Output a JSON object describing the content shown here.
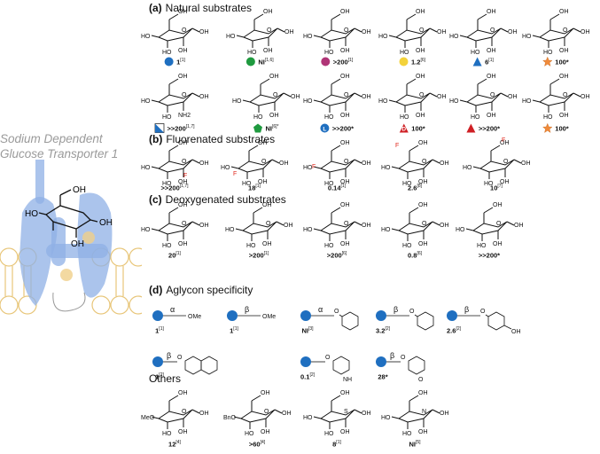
{
  "left_panel": {
    "title_line1": "Sodium Dependent",
    "title_line2": "Glucose Transporter 1",
    "glucose_labels": [
      "OH",
      "HO",
      "OH",
      "OH"
    ]
  },
  "sections": {
    "a": {
      "letter": "(a)",
      "title": "Natural substrates"
    },
    "b": {
      "letter": "(b)",
      "title": "Fluorenated substrates"
    },
    "c": {
      "letter": "(c)",
      "title": "Deoxygenated substrates"
    },
    "d": {
      "letter": "(d)",
      "title": "Aglycon specificity"
    },
    "others": {
      "title": "Others"
    }
  },
  "colors": {
    "blue": "#1f6fc0",
    "green": "#1f9a3f",
    "magenta": "#b03577",
    "yellow": "#f3d23b",
    "orange": "#f08a3a",
    "red": "#cf1f24",
    "fluorine": "#e0281d",
    "transporter": "#8fb0e6",
    "membrane": "#f0d08a"
  },
  "natural_row1": [
    {
      "value": "1",
      "ref": "[1]",
      "symbol": "circle",
      "color": "blue"
    },
    {
      "value": "NI",
      "ref": "[1,6]",
      "symbol": "circle",
      "color": "green"
    },
    {
      "value": ">200",
      "ref": "[1]",
      "symbol": "circle",
      "color": "magenta"
    },
    {
      "value": "1.2",
      "ref": "[6]",
      "symbol": "circle",
      "color": "yellow"
    },
    {
      "value": "6",
      "ref": "[1]",
      "symbol": "triangle",
      "color": "blue"
    },
    {
      "value": "100*",
      "ref": "",
      "symbol": "star",
      "color": "orange"
    }
  ],
  "natural_row2": [
    {
      "value": ">>200",
      "ref": "[1,7]",
      "symbol": "half-square",
      "color": "blue"
    },
    {
      "value": "NI",
      "ref": "[6]*",
      "symbol": "pentagon",
      "color": "green"
    },
    {
      "value": ">>200*",
      "ref": "",
      "symbol": "circle-L",
      "color": "blue",
      "inner": "L"
    },
    {
      "value": "100*",
      "ref": "",
      "symbol": "triangle-D",
      "color": "red",
      "inner": "D"
    },
    {
      "value": ">>200*",
      "ref": "",
      "symbol": "triangle",
      "color": "red"
    },
    {
      "value": "100*",
      "ref": "",
      "symbol": "star",
      "color": "orange"
    }
  ],
  "fluorinated": [
    {
      "value": ">>200",
      "ref": "[1,7]"
    },
    {
      "value": "18",
      "ref": "[1]"
    },
    {
      "value": "0.14",
      "ref": "[1]"
    },
    {
      "value": "2.6",
      "ref": "[8]"
    },
    {
      "value": "10",
      "ref": "[7]"
    }
  ],
  "deoxygenated": [
    {
      "value": "20",
      "ref": "[1]"
    },
    {
      "value": ">200",
      "ref": "[1]"
    },
    {
      "value": ">200",
      "ref": "[6]"
    },
    {
      "value": "0.8",
      "ref": "[6]"
    },
    {
      "value": ">>200*",
      "ref": ""
    }
  ],
  "aglycon_row1": [
    {
      "anomer": "α",
      "group": "OMe",
      "value": "1",
      "ref": "[1]"
    },
    {
      "anomer": "β",
      "group": "OMe",
      "value": "1",
      "ref": "[1]"
    },
    {
      "anomer": "α",
      "group": "O",
      "value": "NI",
      "ref": "[3]"
    },
    {
      "anomer": "β",
      "group": "O",
      "value": "3.2",
      "ref": "[2]"
    },
    {
      "anomer": "β",
      "group": "O",
      "value": "2.6",
      "ref": "[2]",
      "extra": "OH"
    }
  ],
  "aglycon_row2": [
    {
      "anomer": "β",
      "group": "O",
      "value": "1",
      "ref": "[2]"
    },
    {
      "anomer": "",
      "group": "O",
      "value": "0.1",
      "ref": "[2]",
      "extra": "NH"
    },
    {
      "anomer": "β",
      "group": "O",
      "value": "28*",
      "ref": "",
      "extra": "O"
    }
  ],
  "others": [
    {
      "value": "12",
      "ref": "[4]",
      "sub": "MeO"
    },
    {
      "value": ">60",
      "ref": "[4]",
      "sub": "BnO"
    },
    {
      "value": "8",
      "ref": "[1]",
      "sub": "S"
    },
    {
      "value": "NI",
      "ref": "[5]",
      "sub": "NH"
    }
  ],
  "atoms": {
    "OH": "OH",
    "HO": "HO",
    "O": "O",
    "F": "F",
    "NH2": "NH2",
    "S": "S",
    "H": "H",
    "N": "N",
    "OMe": "OMe",
    "MeO": "MeO",
    "BnO": "BnO"
  }
}
